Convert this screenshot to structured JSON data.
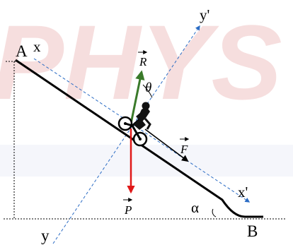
{
  "diagram": {
    "points": {
      "a": "A",
      "b": "B"
    },
    "axes": {
      "x": "x",
      "x_prime": "x'",
      "y": "y",
      "y_prime": "y'"
    },
    "vectors": {
      "reaction": "R",
      "force": "F",
      "weight": "P"
    },
    "angles": {
      "theta": "θ",
      "alpha": "α"
    },
    "watermark": "PHYS",
    "colors": {
      "incline": "#000000",
      "axis_dash": "#2b6cc4",
      "weight_vector": "#e01818",
      "reaction_vector": "#3a7a2a",
      "force_vector": "#000000",
      "watermark": "#f6dede"
    }
  }
}
